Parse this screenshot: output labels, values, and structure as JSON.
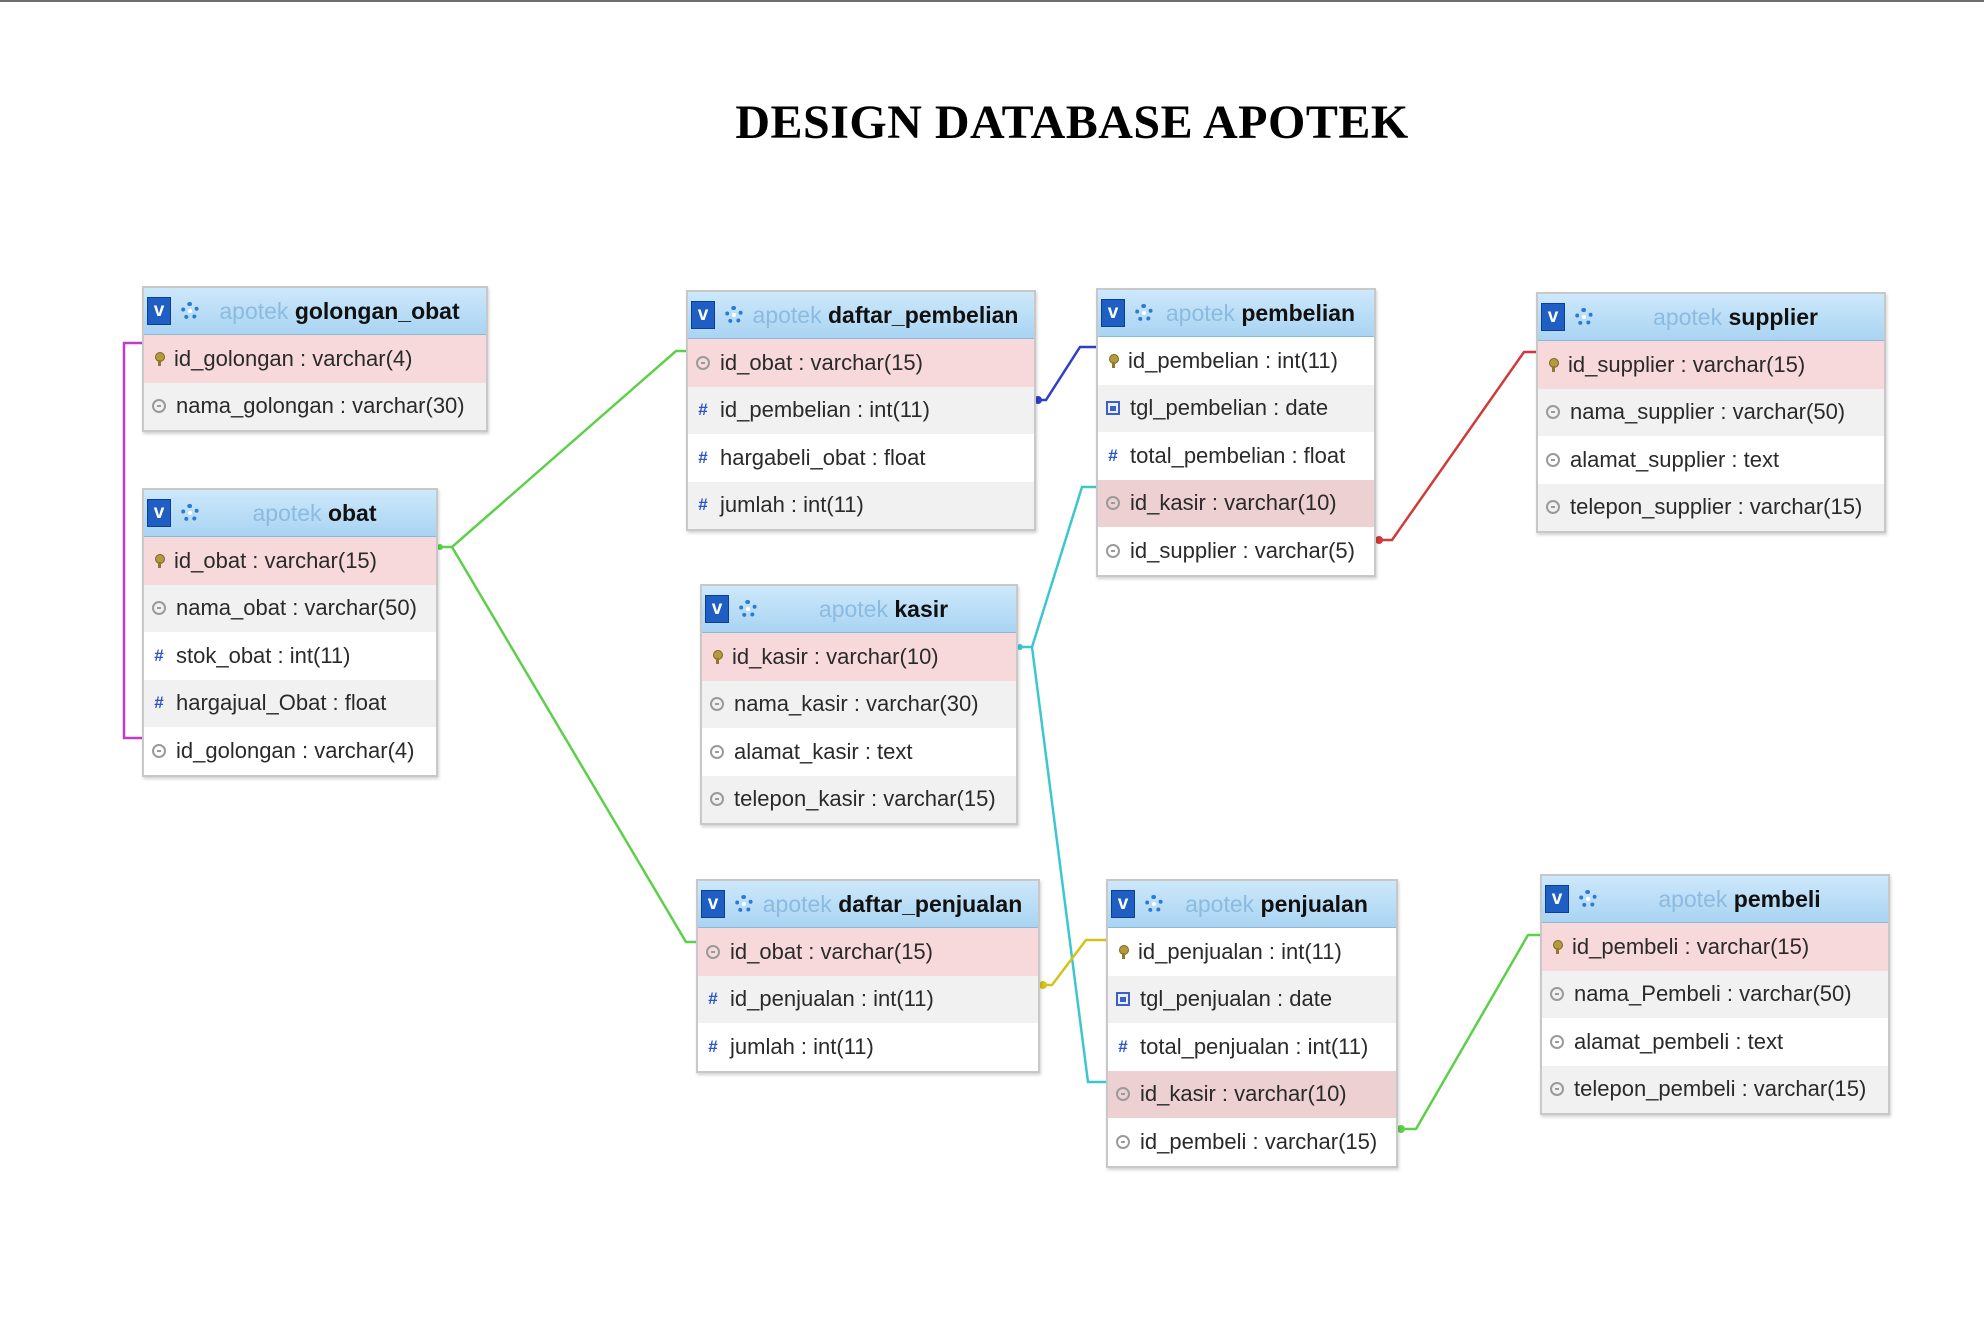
{
  "page": {
    "title": "DESIGN DATABASE APOTEK"
  },
  "tables": {
    "golongan_obat": {
      "schema": "apotek",
      "name": "golongan_obat",
      "fields": [
        {
          "label": "id_golongan : varchar(4)",
          "icon": "key-icon"
        },
        {
          "label": "nama_golongan : varchar(30)",
          "icon": "text-icon"
        }
      ]
    },
    "obat": {
      "schema": "apotek",
      "name": "obat",
      "fields": [
        {
          "label": "id_obat : varchar(15)",
          "icon": "key-icon"
        },
        {
          "label": "nama_obat : varchar(50)",
          "icon": "text-icon"
        },
        {
          "label": "stok_obat : int(11)",
          "icon": "number-icon"
        },
        {
          "label": "hargajual_Obat : float",
          "icon": "number-icon"
        },
        {
          "label": "id_golongan : varchar(4)",
          "icon": "text-icon"
        }
      ]
    },
    "daftar_pembelian": {
      "schema": "apotek",
      "name": "daftar_pembelian",
      "fields": [
        {
          "label": "id_obat : varchar(15)",
          "icon": "text-icon"
        },
        {
          "label": "id_pembelian : int(11)",
          "icon": "number-icon"
        },
        {
          "label": "hargabeli_obat : float",
          "icon": "number-icon"
        },
        {
          "label": "jumlah : int(11)",
          "icon": "number-icon"
        }
      ]
    },
    "pembelian": {
      "schema": "apotek",
      "name": "pembelian",
      "fields": [
        {
          "label": "id_pembelian : int(11)",
          "icon": "key-icon"
        },
        {
          "label": "tgl_pembelian : date",
          "icon": "date-icon"
        },
        {
          "label": "total_pembelian : float",
          "icon": "number-icon"
        },
        {
          "label": "id_kasir : varchar(10)",
          "icon": "text-icon"
        },
        {
          "label": "id_supplier : varchar(5)",
          "icon": "text-icon"
        }
      ]
    },
    "supplier": {
      "schema": "apotek",
      "name": "supplier",
      "fields": [
        {
          "label": "id_supplier : varchar(15)",
          "icon": "key-icon"
        },
        {
          "label": "nama_supplier : varchar(50)",
          "icon": "text-icon"
        },
        {
          "label": "alamat_supplier : text",
          "icon": "text-icon"
        },
        {
          "label": "telepon_supplier : varchar(15)",
          "icon": "text-icon"
        }
      ]
    },
    "kasir": {
      "schema": "apotek",
      "name": "kasir",
      "fields": [
        {
          "label": "id_kasir : varchar(10)",
          "icon": "key-icon"
        },
        {
          "label": "nama_kasir : varchar(30)",
          "icon": "text-icon"
        },
        {
          "label": "alamat_kasir : text",
          "icon": "text-icon"
        },
        {
          "label": "telepon_kasir : varchar(15)",
          "icon": "text-icon"
        }
      ]
    },
    "daftar_penjualan": {
      "schema": "apotek",
      "name": "daftar_penjualan",
      "fields": [
        {
          "label": "id_obat : varchar(15)",
          "icon": "text-icon"
        },
        {
          "label": "id_penjualan : int(11)",
          "icon": "number-icon"
        },
        {
          "label": "jumlah : int(11)",
          "icon": "number-icon"
        }
      ]
    },
    "penjualan": {
      "schema": "apotek",
      "name": "penjualan",
      "fields": [
        {
          "label": "id_penjualan : int(11)",
          "icon": "key-icon"
        },
        {
          "label": "tgl_penjualan : date",
          "icon": "date-icon"
        },
        {
          "label": "total_penjualan : int(11)",
          "icon": "number-icon"
        },
        {
          "label": "id_kasir : varchar(10)",
          "icon": "text-icon"
        },
        {
          "label": "id_pembeli : varchar(15)",
          "icon": "text-icon"
        }
      ]
    },
    "pembeli": {
      "schema": "apotek",
      "name": "pembeli",
      "fields": [
        {
          "label": "id_pembeli : varchar(15)",
          "icon": "key-icon"
        },
        {
          "label": "nama_Pembeli : varchar(50)",
          "icon": "text-icon"
        },
        {
          "label": "alamat_pembeli : text",
          "icon": "text-icon"
        },
        {
          "label": "telepon_pembeli : varchar(15)",
          "icon": "text-icon"
        }
      ]
    }
  },
  "relations": [
    {
      "from": "obat.id_obat",
      "to": "daftar_pembelian.id_obat",
      "color": "#5ecf4a"
    },
    {
      "from": "obat.id_obat",
      "to": "daftar_penjualan.id_obat",
      "color": "#5ecf4a"
    },
    {
      "from": "golongan_obat.id_golongan",
      "to": "obat.id_golongan",
      "color": "#c23cc9"
    },
    {
      "from": "pembelian.id_pembelian",
      "to": "daftar_pembelian.id_pembelian",
      "color": "#2e3fc8"
    },
    {
      "from": "supplier.id_supplier",
      "to": "pembelian.id_supplier",
      "color": "#d23a3a"
    },
    {
      "from": "kasir.id_kasir",
      "to": "pembelian.id_kasir",
      "color": "#3cc7d0"
    },
    {
      "from": "kasir.id_kasir",
      "to": "penjualan.id_kasir",
      "color": "#3cc7d0"
    },
    {
      "from": "penjualan.id_penjualan",
      "to": "daftar_penjualan.id_penjualan",
      "color": "#d6c21e"
    },
    {
      "from": "pembeli.id_pembeli",
      "to": "penjualan.id_pembeli",
      "color": "#5ecf4a"
    }
  ]
}
